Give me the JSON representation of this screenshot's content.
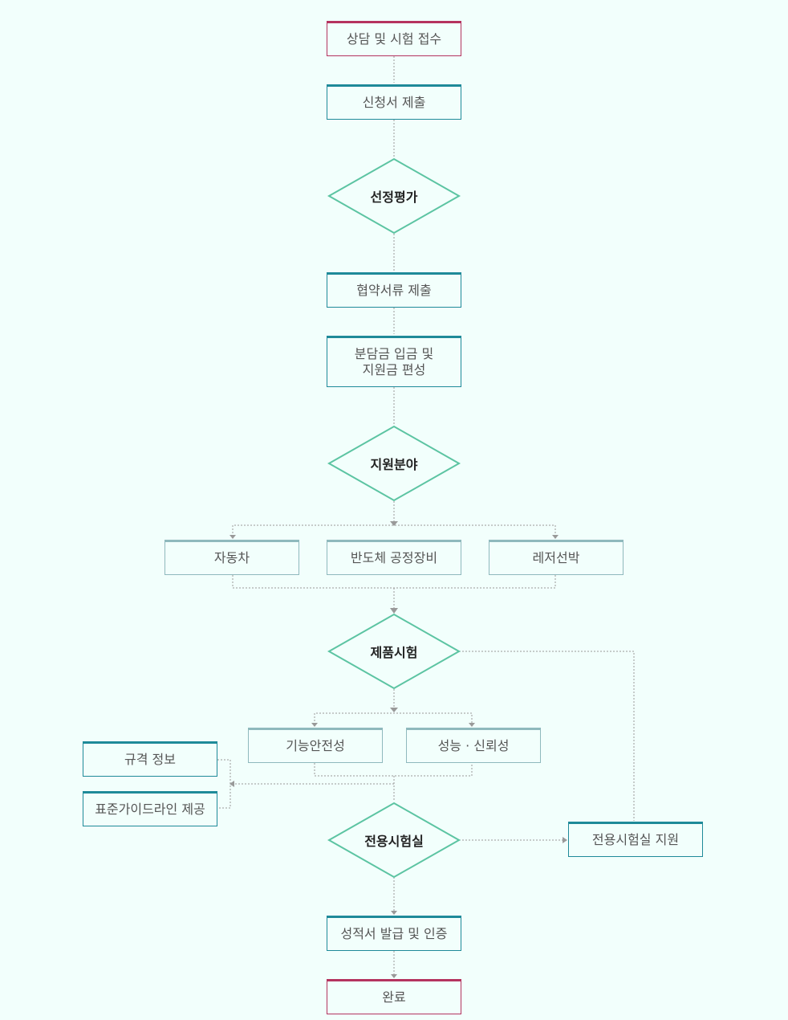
{
  "steps": {
    "consult": "상담 및 시험 접수",
    "application": "신청서 제출",
    "selection": "선정평가",
    "agreement": "협약서류 제출",
    "payment_line1": "분담금 입금 및",
    "payment_line2": "지원금 편성",
    "field": "지원분야",
    "field_auto": "자동차",
    "field_semi": "반도체 공정장비",
    "field_leisure": "레저선박",
    "product_test": "제품시험",
    "functional_safety": "기능안전성",
    "performance": "성능 · 신뢰성",
    "spec_info": "규격 정보",
    "guideline": "표준가이드라인 제공",
    "dedicated_lab": "전용시험실",
    "lab_support": "전용시험실 지원",
    "certificate": "성적서 발급 및 인증",
    "complete": "완료"
  },
  "colors": {
    "background": "#f2fffc",
    "start_end": "#b5335f",
    "process": "#1f8a99",
    "option": "#8fb9bd",
    "decision": "#5cc4a2",
    "connector": "#999999"
  }
}
